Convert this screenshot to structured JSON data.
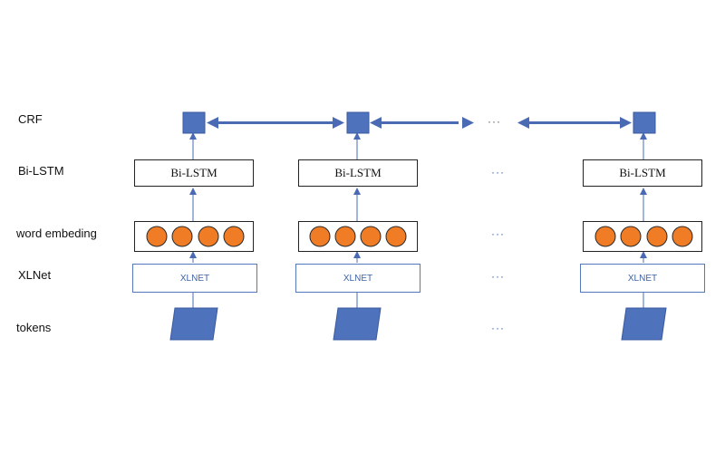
{
  "row_labels": {
    "crf": "CRF",
    "bilstm": "Bi-LSTM",
    "embedding": "word embeding",
    "xlnet": "XLNet",
    "tokens": "tokens"
  },
  "columns": [
    {
      "bilstm_label": "Bi-LSTM",
      "xlnet_label": "XLNET"
    },
    {
      "bilstm_label": "Bi-LSTM",
      "xlnet_label": "XLNET"
    },
    {
      "bilstm_label": "Bi-LSTM",
      "xlnet_label": "XLNET"
    }
  ],
  "ellipsis": "···",
  "colors": {
    "node_blue": "#4f72bd",
    "node_border": "#3a5a9e",
    "arrow_blue": "#4a6bb4",
    "circle_orange": "#f07c25",
    "circle_border": "#2a2a2a"
  }
}
